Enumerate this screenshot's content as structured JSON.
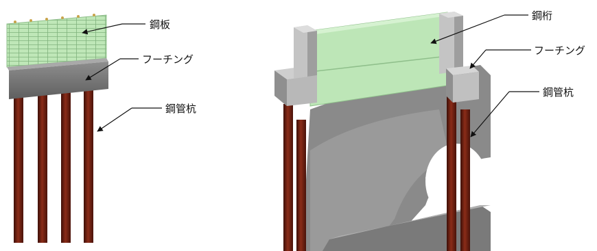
{
  "left_figure": {
    "labels": {
      "steel_plate": "鋼板",
      "footing": "フーチング",
      "steel_pipe_pile": "鋼管杭"
    }
  },
  "right_figure": {
    "labels": {
      "steel_girder": "鋼桁",
      "footing": "フーチング",
      "steel_pipe_pile": "鋼管杭"
    }
  },
  "colors": {
    "steel_plate": "#b9e6b5",
    "concrete": "#9c9c9c",
    "pile": "#6b1f12",
    "ground": "#7d7d7d"
  }
}
